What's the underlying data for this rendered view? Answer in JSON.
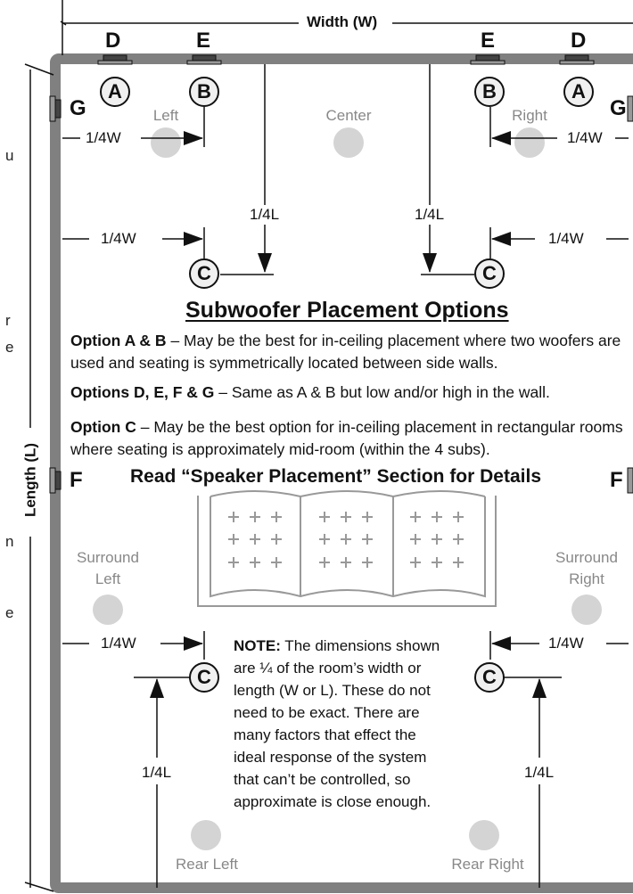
{
  "top_dimension": "Width (W)",
  "side_dimension": "Length (L)",
  "wall_letters": {
    "d_left": "D",
    "e_left": "E",
    "e_right": "E",
    "d_right": "D",
    "g_left": "G",
    "g_right": "G",
    "f_left": "F",
    "f_right": "F"
  },
  "subs": {
    "a_left": "A",
    "b_left": "B",
    "b_right": "B",
    "a_right": "A",
    "c_top_left": "C",
    "c_top_right": "C",
    "c_bot_left": "C",
    "c_bot_right": "C"
  },
  "zones": {
    "left": "Left",
    "center": "Center",
    "right": "Right",
    "surround_left": "Surround\nLeft",
    "surround_right": "Surround\nRight",
    "rear_left": "Rear Left",
    "rear_right": "Rear Right"
  },
  "dims": {
    "quarter_w": "1/4W",
    "quarter_l": "1/4L"
  },
  "heading": "Subwoofer Placement Options",
  "options": [
    {
      "lead": "Option A & B",
      "text": " – May be the best for in-ceiling placement where two woofers are used and seating is symmetrically located between side walls."
    },
    {
      "lead": "Options D, E, F & G",
      "text": " – Same as A & B but low and/or high in the wall."
    },
    {
      "lead": "Option C",
      "text": " – May be the best option for in-ceiling placement in rectangular rooms where seating is approximately mid-room (within the 4 subs)."
    }
  ],
  "read_heading": "Read “Speaker Placement” Section for Details",
  "note": {
    "lead": "NOTE:",
    "lines": [
      " The dimensions shown",
      "are ¼ of the room’s width or",
      "length (W or L).  These do not",
      "need to be exact.  There are",
      "many factors that effect the",
      "ideal response of the system",
      "that can’t be controlled, so",
      "approximate is close enough."
    ]
  },
  "left_cutoff": [
    "u",
    "r",
    "e",
    "n",
    "e"
  ],
  "colors": {
    "wall": "#808080",
    "zone_circle": "#d4d4d4",
    "text_gray": "#888888"
  }
}
